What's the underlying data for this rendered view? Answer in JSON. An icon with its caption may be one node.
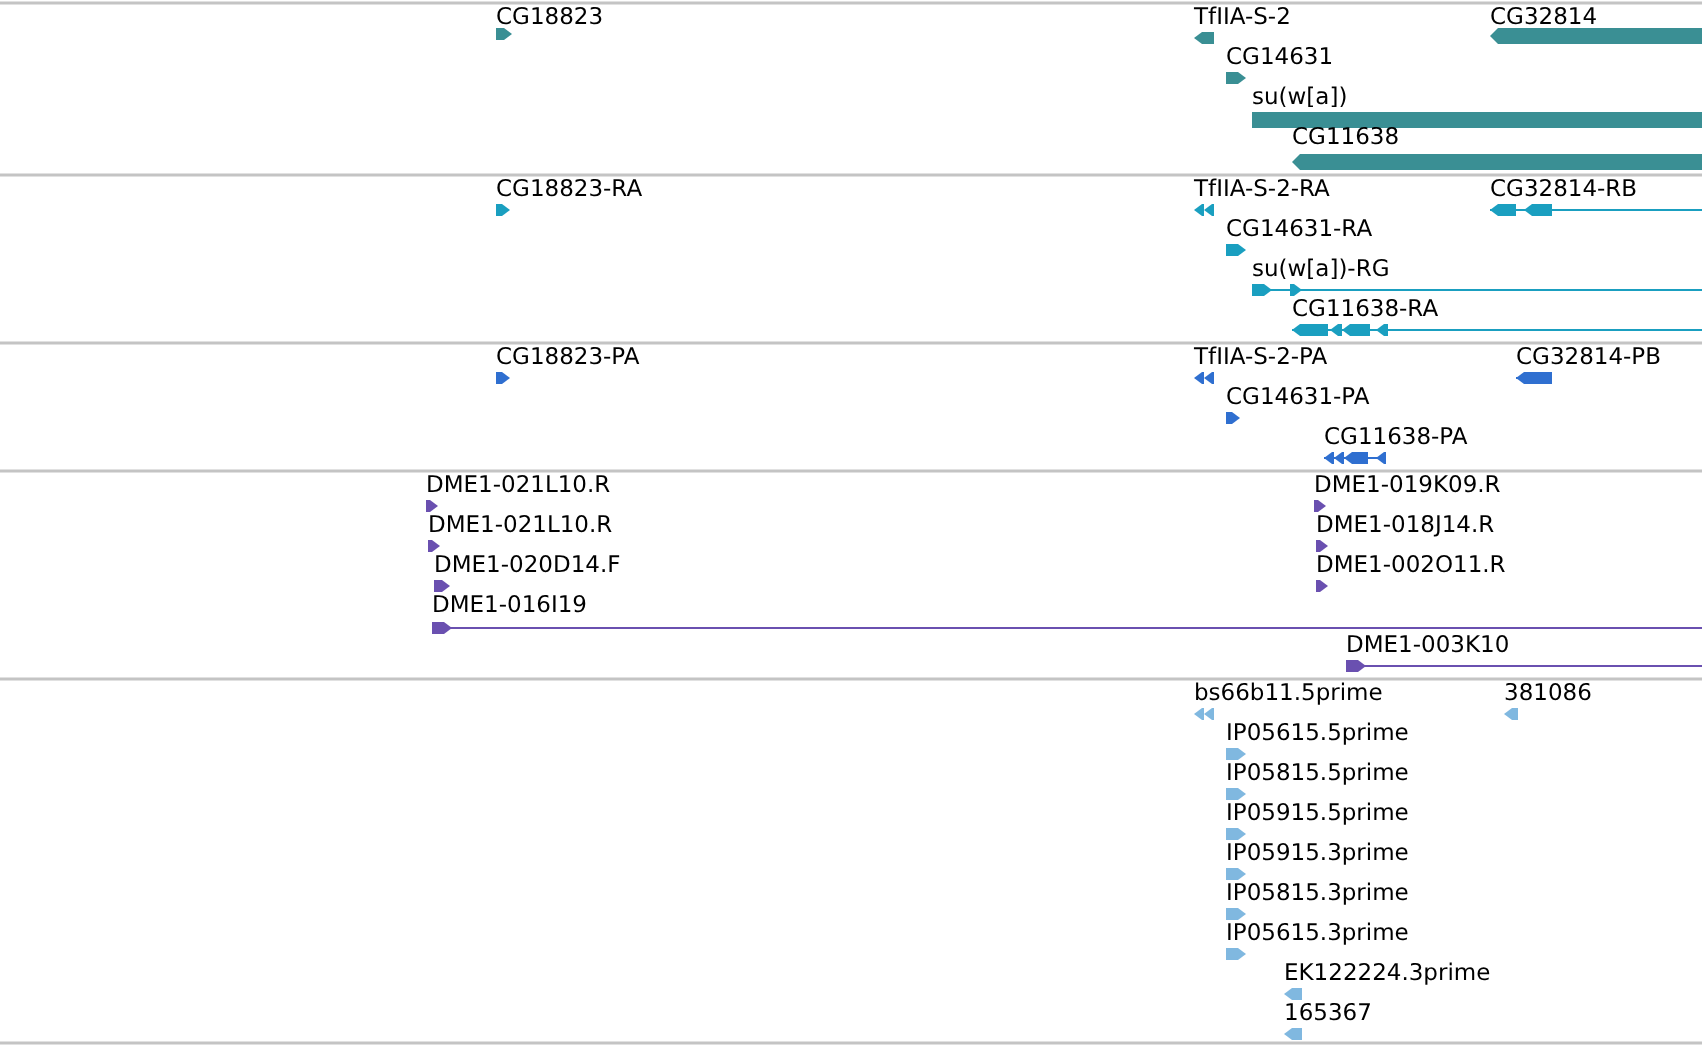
{
  "diagram": {
    "labels": [
      "CG18823",
      "TfIIA-S-2",
      "CG32814",
      "CG14631",
      "su(w[a])",
      "CG11638",
      "CG18823-RA",
      "TfIIA-S-2-RA",
      "CG32814-RB",
      "CG14631-RA",
      "su(w[a])-RG",
      "CG11638-RA",
      "CG18823-PA",
      "TfIIA-S-2-PA",
      "CG32814-PB",
      "CG14631-PA",
      "CG11638-PA",
      "DME1-021L10.R",
      "DME1-019K09.R",
      "DME1-021L10.R",
      "DME1-018J14.R",
      "DME1-020D14.F",
      "DME1-002O11.R",
      "DME1-016I19",
      "DME1-003K10",
      "bs66b11.5prime",
      "381086",
      "IP05615.5prime",
      "IP05815.5prime",
      "IP05915.5prime",
      "IP05915.3prime",
      "IP05815.3prime",
      "IP05615.3prime",
      "EK122224.3prime",
      "165367"
    ]
  }
}
